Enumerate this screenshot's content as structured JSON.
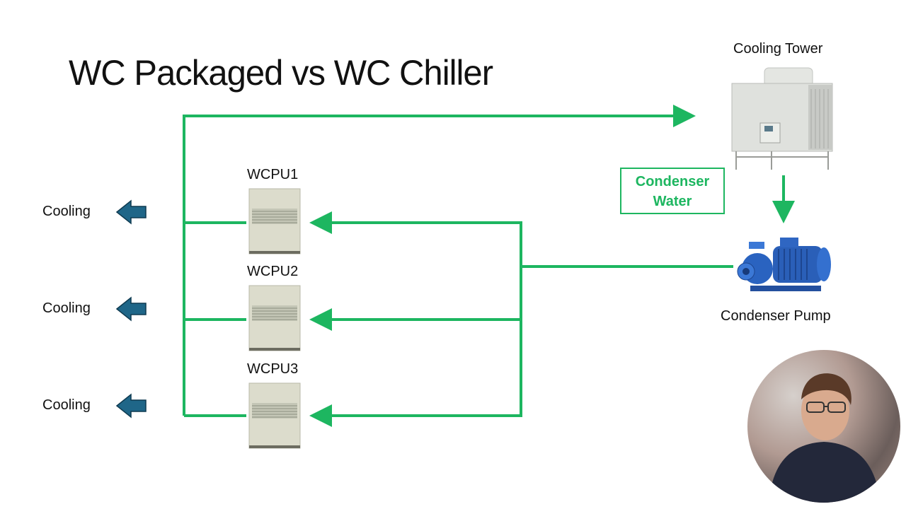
{
  "slide": {
    "title": "WC Packaged vs WC Chiller"
  },
  "equipment": {
    "cooling_tower_label": "Cooling Tower",
    "condenser_pump_label": "Condenser Pump",
    "condenser_water_label_line1": "Condenser",
    "condenser_water_label_line2": "Water",
    "units": [
      {
        "label": "WCPU1",
        "output_label": "Cooling"
      },
      {
        "label": "WCPU2",
        "output_label": "Cooling"
      },
      {
        "label": "WCPU3",
        "output_label": "Cooling"
      }
    ]
  },
  "colors": {
    "pipe": "#1db660",
    "cooling_arrow": "#1f6688",
    "cooling_arrow_stroke": "#0e3a50"
  },
  "presenter": {
    "icon": "presenter-webcam"
  }
}
